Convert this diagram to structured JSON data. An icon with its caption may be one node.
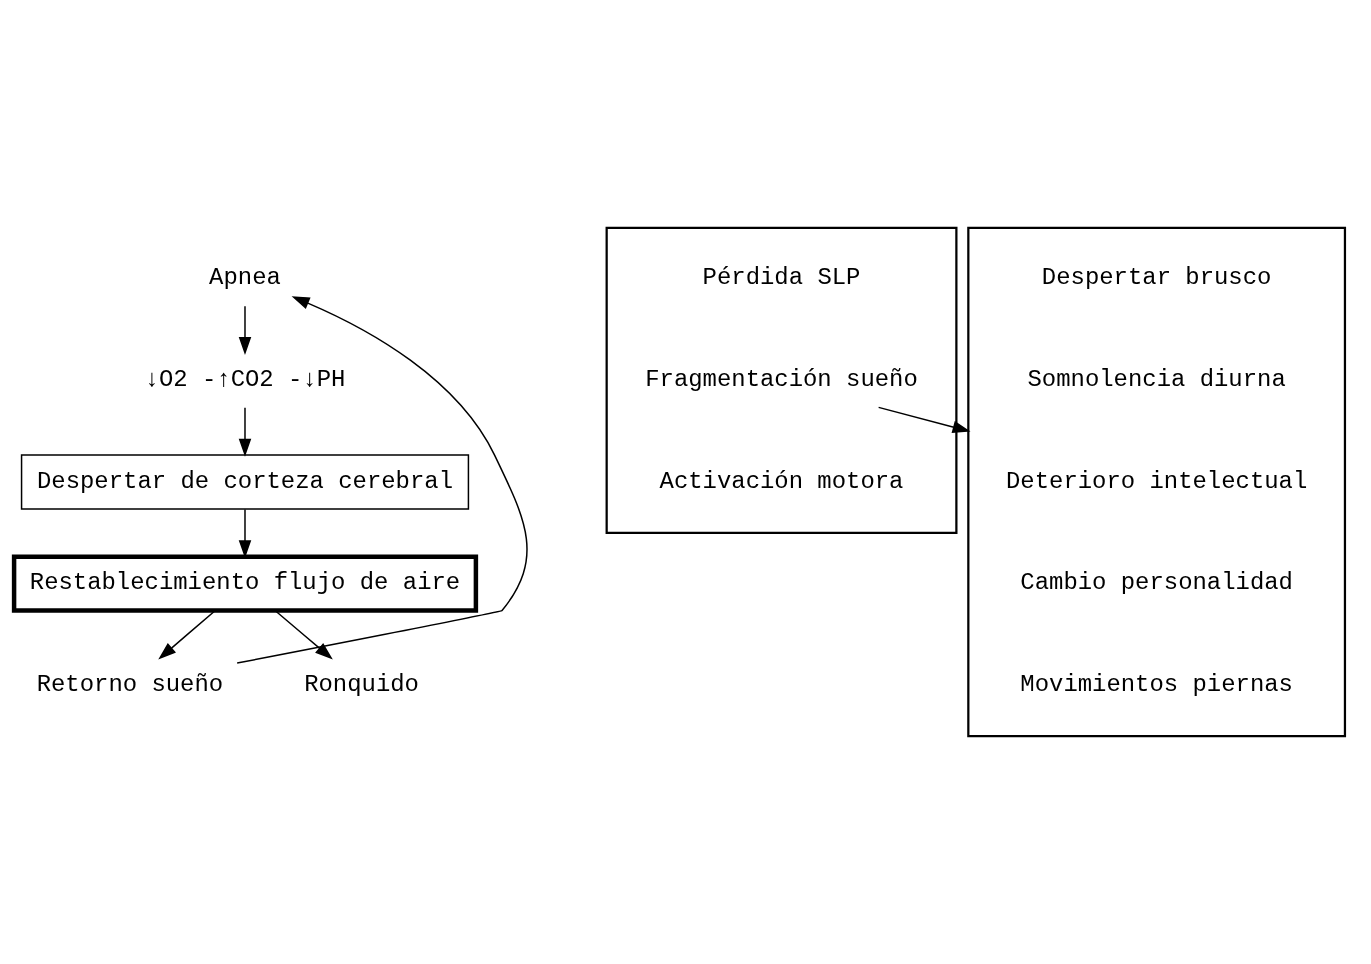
{
  "diagram": {
    "nodes": [
      {
        "text": [
          "Apnea"
        ]
      },
      {
        "text": [
          "↓O2 -↑CO2 -↓PH"
        ]
      },
      {
        "text": [
          "Despertar de corteza cerebral"
        ]
      },
      {
        "text": [
          "Restablecimiento flujo de aire"
        ]
      },
      {
        "text": [
          "Retorno sueño"
        ]
      },
      {
        "text": [],
        "shape": "box"
      },
      {
        "text": [
          "Pérdida SLP"
        ],
        "in": 5
      },
      {
        "text": [
          "Fragmentación sueño"
        ],
        "in": 5
      },
      {
        "text": [
          "Activación motora"
        ],
        "in": 5
      },
      {
        "text": [],
        "shape": "box"
      },
      {
        "text": [
          "Despertar brusco"
        ],
        "in": 9
      },
      {
        "text": [
          "Somnolencia diurna"
        ],
        "in": 9
      },
      {
        "text": [
          "Deterioro intelectual"
        ],
        "in": 9
      },
      {
        "text": [
          "Cambio personalidad"
        ],
        "in": 9
      },
      {
        "text": [
          "Movimientos piernas"
        ],
        "in": 9
      },
      {
        "text": [
          "Ronquido"
        ]
      }
    ],
    "edges": [
      {
        "from": 0,
        "to": 1,
        "arrow": "to"
      },
      {
        "from": 1,
        "to": 2,
        "arrow": "to"
      },
      {
        "from": 2,
        "to": 3,
        "arrow": "to"
      },
      {
        "from": 3,
        "to": 4,
        "arrow": "to"
      },
      {
        "from": 4,
        "to": 0,
        "arrow": "to"
      },
      {
        "from": 3,
        "to": 15,
        "arrow": "to"
      },
      {
        "from": 7,
        "to": 9,
        "arrow": "to"
      }
    ]
  }
}
